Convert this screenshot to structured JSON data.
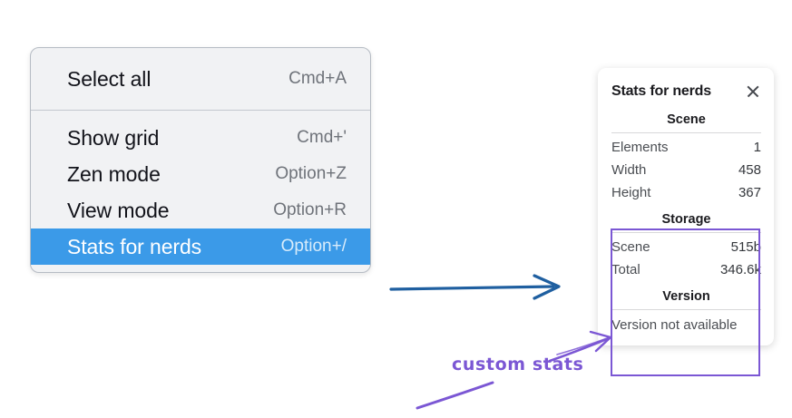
{
  "context_menu": {
    "groups": [
      {
        "items": [
          {
            "label": "Select all",
            "shortcut": "Cmd+A",
            "selected": false
          }
        ]
      },
      {
        "items": [
          {
            "label": "Show grid",
            "shortcut": "Cmd+'",
            "selected": false
          },
          {
            "label": "Zen mode",
            "shortcut": "Option+Z",
            "selected": false
          },
          {
            "label": "View mode",
            "shortcut": "Option+R",
            "selected": false
          },
          {
            "label": "Stats for nerds",
            "shortcut": "Option+/",
            "selected": true
          }
        ]
      }
    ],
    "highlight_color": "#3b9ae8"
  },
  "stats_panel": {
    "title": "Stats for nerds",
    "close_icon": "close-icon",
    "sections": [
      {
        "title": "Scene",
        "rows": [
          {
            "label": "Elements",
            "value": "1"
          },
          {
            "label": "Width",
            "value": "458"
          },
          {
            "label": "Height",
            "value": "367"
          }
        ]
      },
      {
        "title": "Storage",
        "rows": [
          {
            "label": "Scene",
            "value": "515b"
          },
          {
            "label": "Total",
            "value": "346.6k"
          }
        ]
      },
      {
        "title": "Version",
        "note": "Version not available",
        "rows": []
      }
    ]
  },
  "annotations": {
    "callout_text": "custom stats",
    "callout_color": "#7b57d4",
    "flow_arrow_color": "#1f5fa0",
    "highlight_box_color": "#7b57d4"
  }
}
